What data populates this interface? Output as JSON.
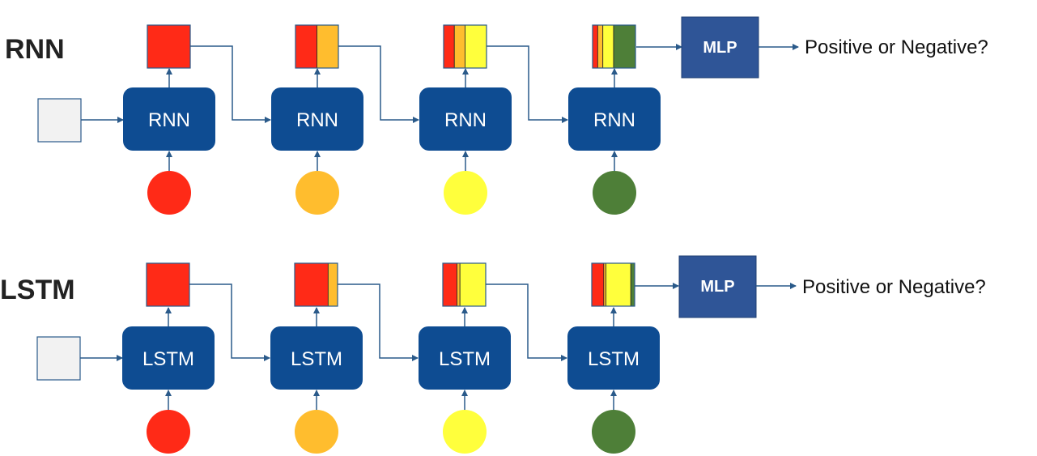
{
  "colors": {
    "cell": "#0e4c92",
    "mlp": "#2f5597",
    "arrow": "#2a5a8a",
    "initial_state": "#f2f2f2",
    "token_red": "#ff2a17",
    "token_orange": "#ffbd2e",
    "token_yellow": "#ffff3c",
    "token_green": "#4e7f38"
  },
  "rows": [
    {
      "id": "rnn",
      "title": "RNN",
      "cell_label": "RNN",
      "mlp_label": "MLP",
      "output_label": "Positive or Negative?",
      "tokens": [
        "token_red",
        "token_orange",
        "token_yellow",
        "token_green"
      ],
      "states": [
        [
          {
            "color": "token_red",
            "share": 1.0
          }
        ],
        [
          {
            "color": "token_red",
            "share": 0.5
          },
          {
            "color": "token_orange",
            "share": 0.5
          }
        ],
        [
          {
            "color": "token_red",
            "share": 0.25
          },
          {
            "color": "token_orange",
            "share": 0.25
          },
          {
            "color": "token_yellow",
            "share": 0.5
          }
        ],
        [
          {
            "color": "token_red",
            "share": 0.12
          },
          {
            "color": "token_orange",
            "share": 0.12
          },
          {
            "color": "token_yellow",
            "share": 0.25
          },
          {
            "color": "token_green",
            "share": 0.51
          }
        ]
      ]
    },
    {
      "id": "lstm",
      "title": "LSTM",
      "cell_label": "LSTM",
      "mlp_label": "MLP",
      "output_label": "Positive or Negative?",
      "tokens": [
        "token_red",
        "token_orange",
        "token_yellow",
        "token_green"
      ],
      "states": [
        [
          {
            "color": "token_red",
            "share": 1.0
          }
        ],
        [
          {
            "color": "token_red",
            "share": 0.78
          },
          {
            "color": "token_orange",
            "share": 0.22
          }
        ],
        [
          {
            "color": "token_red",
            "share": 0.33
          },
          {
            "color": "token_orange",
            "share": 0.07
          },
          {
            "color": "token_yellow",
            "share": 0.6
          }
        ],
        [
          {
            "color": "token_red",
            "share": 0.28
          },
          {
            "color": "token_orange",
            "share": 0.05
          },
          {
            "color": "token_yellow",
            "share": 0.58
          },
          {
            "color": "token_green",
            "share": 0.09
          }
        ]
      ]
    }
  ]
}
